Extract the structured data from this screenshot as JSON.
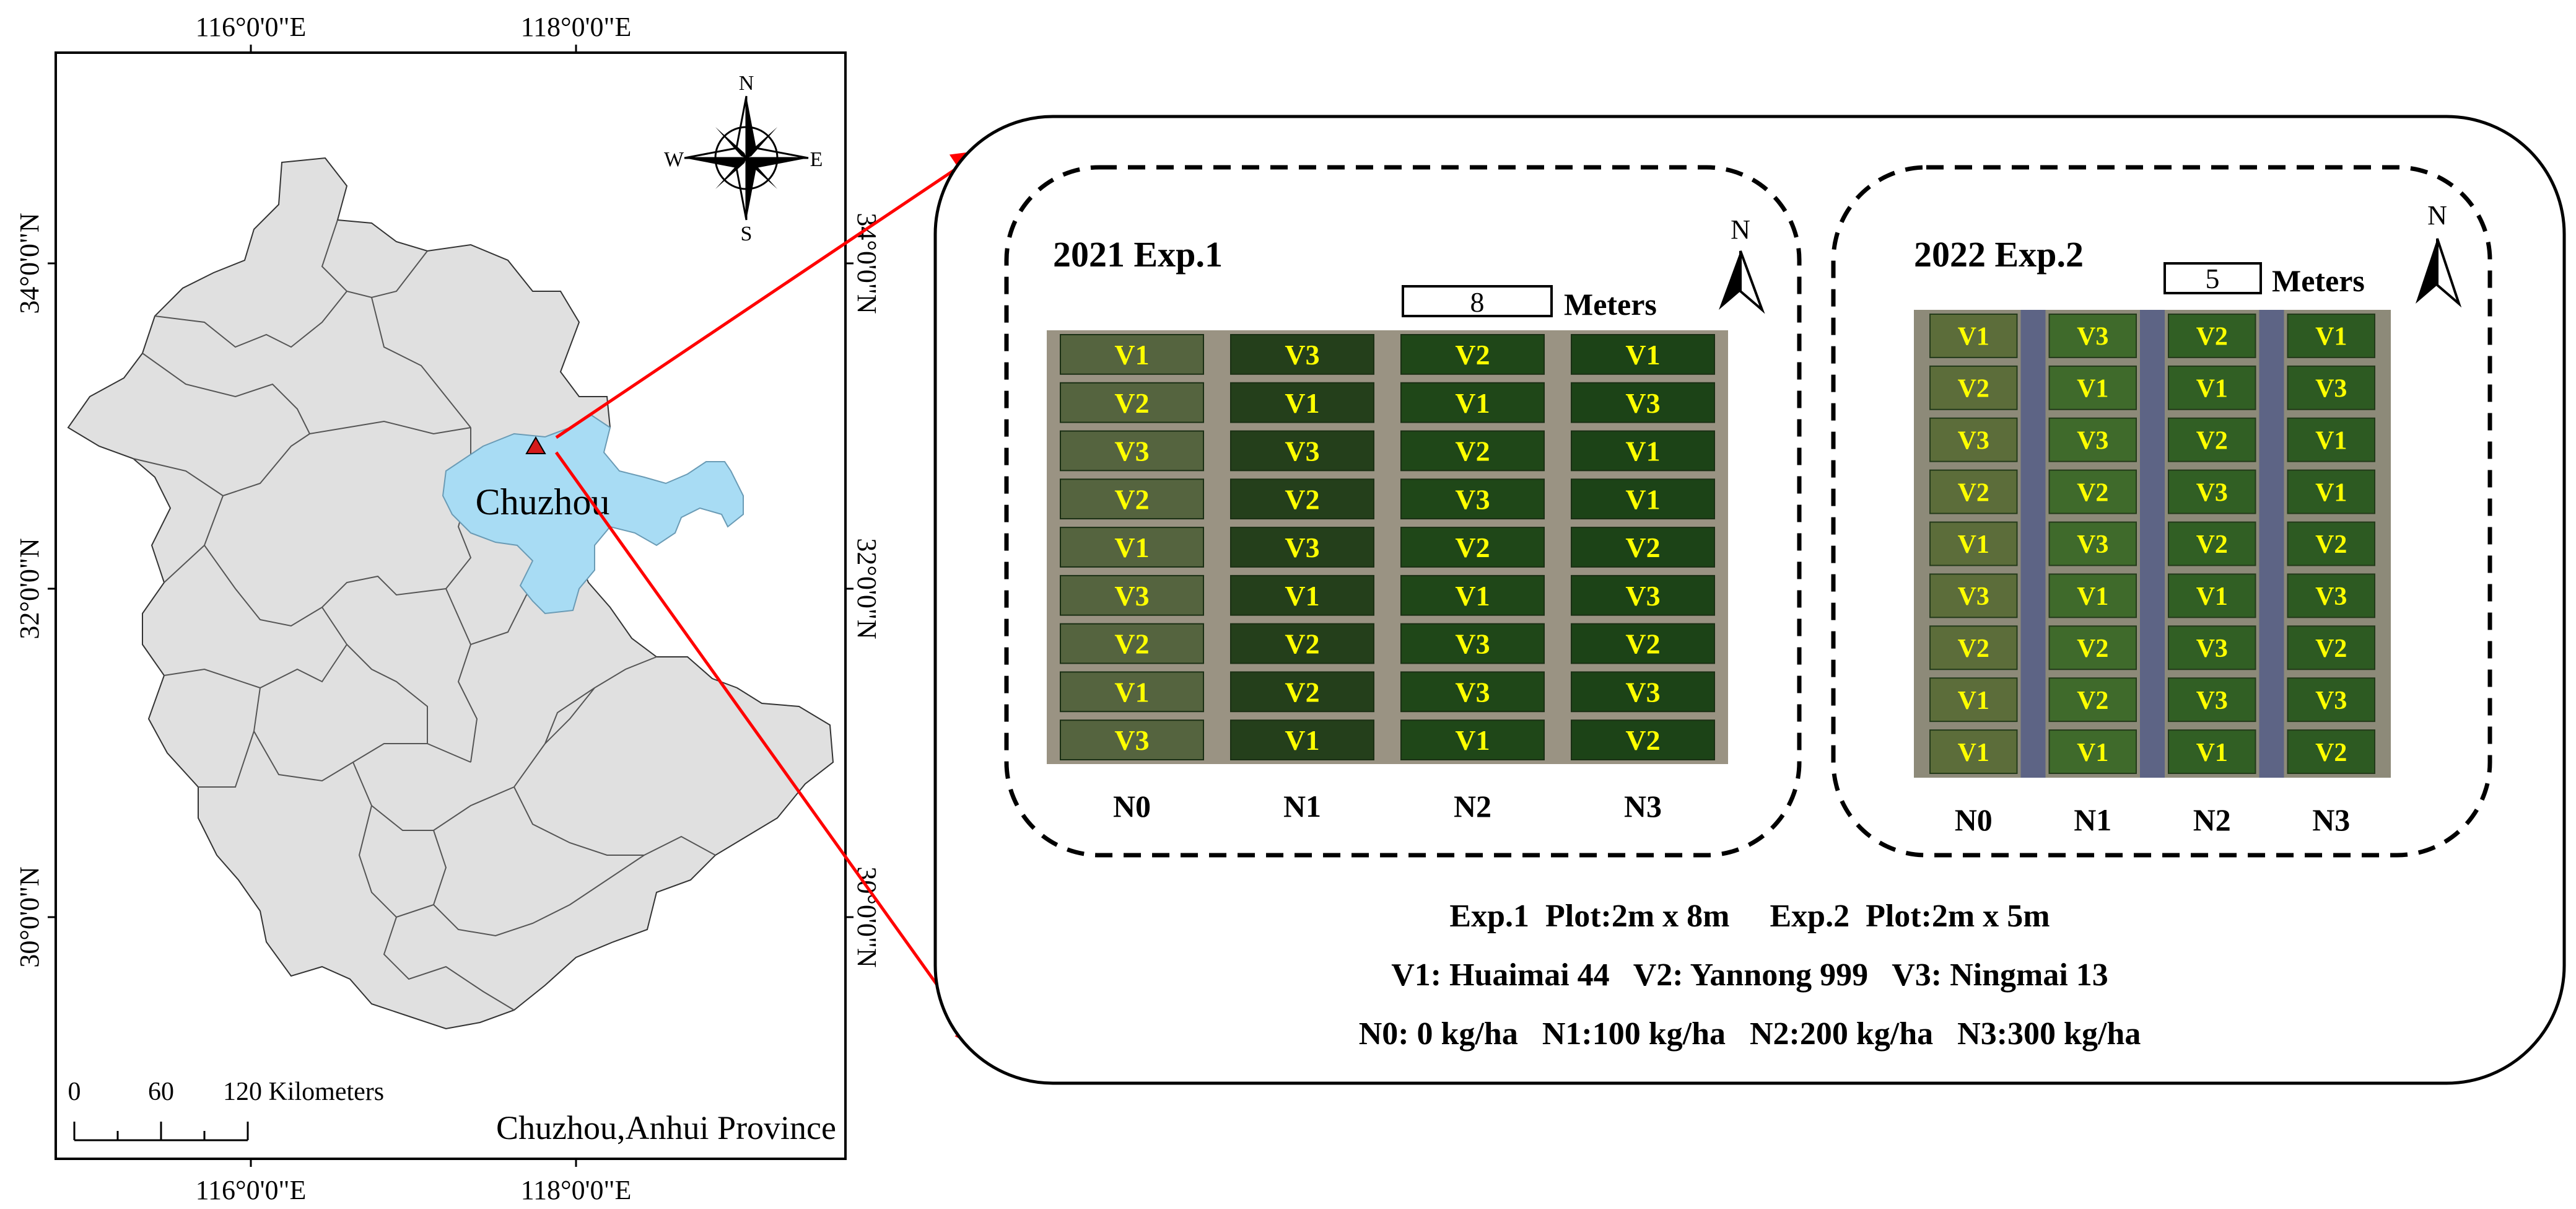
{
  "map": {
    "top_lon_labels": [
      "116°0'0\"E",
      "118°0'0\"E"
    ],
    "bottom_lon_labels": [
      "116°0'0\"E",
      "118°0'0\"E"
    ],
    "left_lat_labels": [
      "34°0'0\"N",
      "32°0'0\"N",
      "30°0'0\"N"
    ],
    "right_lat_labels": [
      "34°0'0\"N",
      "32°0'0\"N",
      "30°0'0\"N"
    ],
    "compass": {
      "n": "N",
      "s": "S",
      "e": "E",
      "w": "W"
    },
    "highlight_label": "Chuzhou",
    "scale_bar": {
      "ticks": [
        "0",
        "60",
        "120 Kilometers"
      ]
    },
    "caption": "Chuzhou,Anhui Province",
    "colors": {
      "province_fill": "#e0e0e0",
      "highlight_fill": "#a8dcf4",
      "arrow": "#ff0000",
      "marker": "#d41a1a"
    }
  },
  "exp1": {
    "title": "2021 Exp.1",
    "scale_value": "8",
    "scale_unit": "Meters",
    "north": "N",
    "columns": [
      "N0",
      "N1",
      "N2",
      "N3"
    ],
    "grid": [
      [
        "V1",
        "V3",
        "V2",
        "V1"
      ],
      [
        "V2",
        "V1",
        "V1",
        "V3"
      ],
      [
        "V3",
        "V3",
        "V2",
        "V1"
      ],
      [
        "V2",
        "V2",
        "V3",
        "V1"
      ],
      [
        "V1",
        "V3",
        "V2",
        "V2"
      ],
      [
        "V3",
        "V1",
        "V1",
        "V3"
      ],
      [
        "V2",
        "V2",
        "V3",
        "V2"
      ],
      [
        "V1",
        "V2",
        "V3",
        "V3"
      ],
      [
        "V3",
        "V1",
        "V1",
        "V2"
      ]
    ]
  },
  "exp2": {
    "title": "2022 Exp.2",
    "scale_value": "5",
    "scale_unit": "Meters",
    "north": "N",
    "columns": [
      "N0",
      "N1",
      "N2",
      "N3"
    ],
    "grid": [
      [
        "V1",
        "V3",
        "V2",
        "V1"
      ],
      [
        "V2",
        "V1",
        "V1",
        "V3"
      ],
      [
        "V3",
        "V3",
        "V2",
        "V1"
      ],
      [
        "V2",
        "V2",
        "V3",
        "V1"
      ],
      [
        "V1",
        "V3",
        "V2",
        "V2"
      ],
      [
        "V3",
        "V1",
        "V1",
        "V3"
      ],
      [
        "V2",
        "V2",
        "V3",
        "V2"
      ],
      [
        "V1",
        "V2",
        "V3",
        "V3"
      ],
      [
        "V1",
        "V1",
        "V1",
        "V2"
      ]
    ]
  },
  "legend": {
    "line1": "Exp.1  Plot:2m x 8m     Exp.2  Plot:2m x 5m",
    "line2": "V1: Huaimai 44   V2: Yannong 999   V3: Ningmai 13",
    "line3": "N0: 0 kg/ha   N1:100 kg/ha   N2:200 kg/ha   N3:300 kg/ha"
  },
  "plot_label_color": "#ffff00"
}
